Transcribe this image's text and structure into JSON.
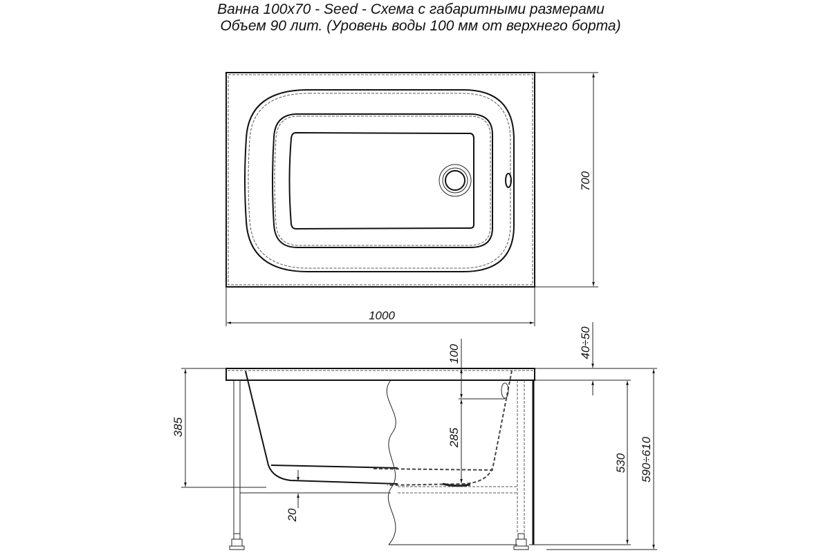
{
  "title": {
    "line1": "Ванна 100x70 - Seed - Схема с габаритными размерами",
    "line2": "Объем 90 лит. (Уровень воды 100 мм от верхнего борта)"
  },
  "top_view": {
    "width_label": "1000",
    "depth_label": "700"
  },
  "side_view": {
    "water_level_label": "100",
    "rim_adjust_label": "40÷50",
    "depth_left_label": "385",
    "depth_inner_label": "285",
    "bottom_gap_label": "20",
    "frame_height_label": "530",
    "total_height_label": "590÷610"
  }
}
